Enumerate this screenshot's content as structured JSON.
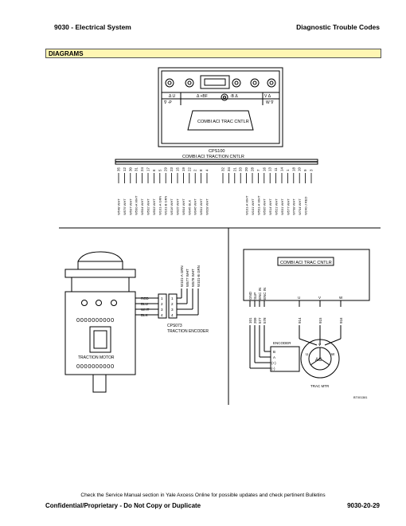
{
  "header": {
    "left": "9030 - Electrical System",
    "right": "Diagnostic Trouble Codes"
  },
  "section": {
    "title": "DIAGRAMS"
  },
  "top_diagram": {
    "controller_label": "COMBI ACI TRAC CNTLR",
    "terminal_labels": [
      "Δ U",
      "Δ +BF",
      "-B Δ",
      "V Δ",
      "∇ -P",
      "W ∇"
    ],
    "connector_id": "CPS100",
    "connector_name": "COMBI ACI TRACTION CNTLR",
    "left_pins": [
      "35",
      "12",
      "30",
      "31",
      "24",
      "17",
      "6",
      "5",
      "29",
      "23",
      "15",
      "19",
      "22",
      "2",
      "8",
      "4"
    ],
    "right_pins": [
      "32",
      "34",
      "21",
      "33",
      "20",
      "28",
      "7",
      "16",
      "13",
      "11",
      "14",
      "1",
      "18",
      "10",
      "9",
      "3"
    ],
    "left_wires": [
      "W548 WHT",
      "W575 WHT",
      "W507 WHT",
      "W500-A WHT",
      "W504 WHT",
      "W502 WHT",
      "W503 WHT",
      "W101-A GRN",
      "W101-B GRN",
      "W516 WHT",
      "W025 WHT",
      "W504 WHT",
      "W045 BLK",
      "W046 WHT",
      "W501 WHT",
      "W028 WHT"
    ],
    "right_wires": [
      "W101-A WHT",
      "W101 WHT",
      "W501-A WHT",
      "W505 WHT",
      "W514 WHT",
      "W521 WHT",
      "W531 WHT",
      "W577 WHT",
      "W708 WHT",
      "W704 WHT",
      "W240-J RED"
    ]
  },
  "bottom_left": {
    "motor_label": "TRACTION MOTOR",
    "wire_colors": [
      "RED",
      "BLU",
      "WHT",
      "BLK"
    ],
    "pin_numbers": [
      "1",
      "2",
      "3",
      "4"
    ],
    "encoder_wires": [
      "W101-A GRN",
      "W577 WHT",
      "W578 WHT",
      "W101-B GRN"
    ],
    "connector_id": "CPS073",
    "connector_name": "TRACTION ENCODER"
  },
  "bottom_right": {
    "controller_label": "COMBI ACI TRAC CNTLR",
    "signal_labels": [
      "GND",
      "SUP",
      "ENC IN",
      "ENC IN"
    ],
    "phase_labels": [
      "U",
      "V",
      "W"
    ],
    "encoder_wires": [
      "101",
      "209",
      "577",
      "578"
    ],
    "phase_wires": [
      "914",
      "915",
      "916"
    ],
    "encoder_label": "ENCODER",
    "encoder_pins": [
      "B",
      "A",
      "(+)",
      "(-)"
    ],
    "motor_symbol": "AC",
    "motor_phases": [
      "V",
      "U",
      "W"
    ],
    "motor_label": "TRAC MTR",
    "figure_id": "BT001381"
  },
  "footer": {
    "note": "Check the Service Manual section in Yale Axcess Online for possible updates and check pertinent Bulletins",
    "left": "Confidential/Proprietary - Do Not Copy or Duplicate",
    "right": "9030-20-29"
  }
}
